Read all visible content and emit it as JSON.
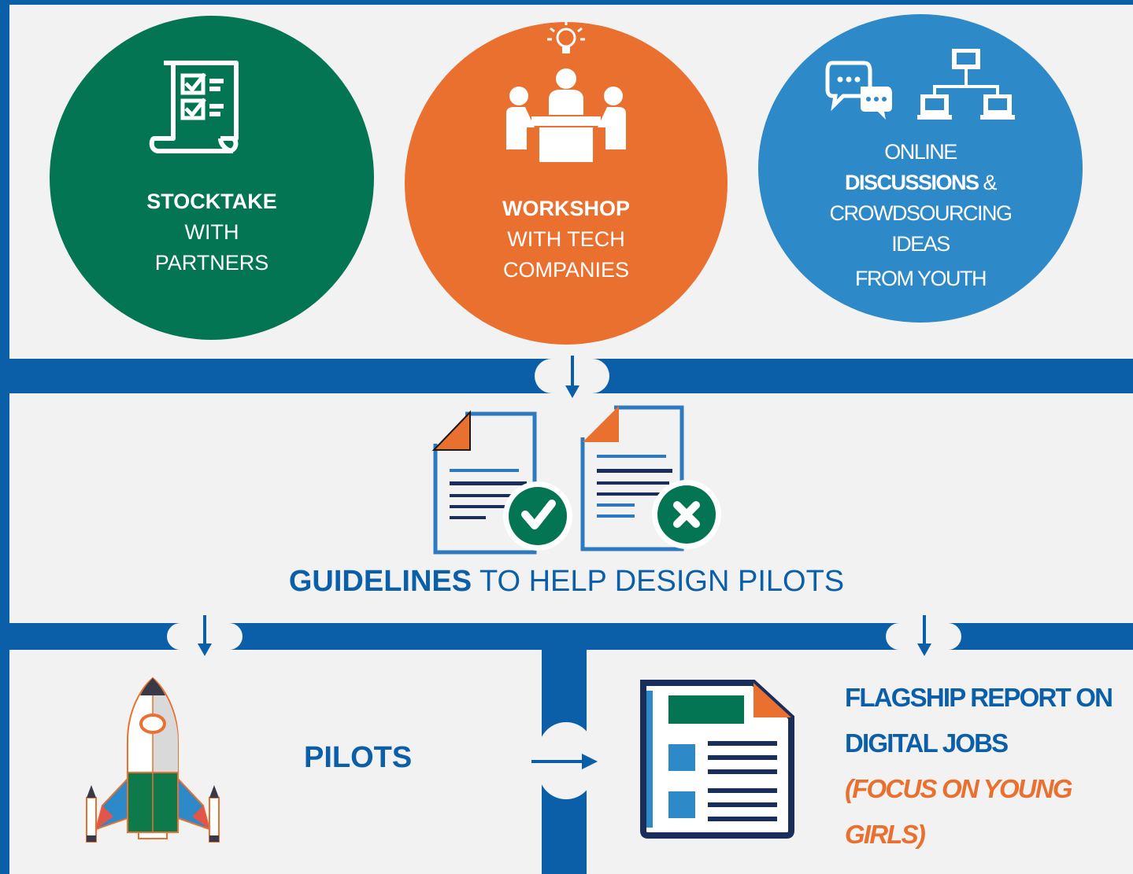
{
  "stages": {
    "stocktake": {
      "bold": "STOCKTAKE",
      "line1": "WITH",
      "line2": "PARTNERS",
      "color": "#037552"
    },
    "workshop": {
      "bold": "WORKSHOP",
      "line1": "WITH TECH",
      "line2": "COMPANIES",
      "color": "#ea7030"
    },
    "online": {
      "line1": "ONLINE",
      "bold": "DISCUSSIONS",
      "amp": " &",
      "line2": "CROWDSOURCING",
      "line3": "IDEAS",
      "line4": "FROM YOUTH",
      "color": "#2e89c8"
    }
  },
  "guidelines": {
    "bold": "GUIDELINES",
    "rest": " TO HELP DESIGN PILOTS"
  },
  "pilots": {
    "label": "PILOTS"
  },
  "flagship": {
    "line1": "FLAGSHIP REPORT ON",
    "line2": "DIGITAL JOBS",
    "line3": "(FOCUS ON YOUNG",
    "line4": "GIRLS)"
  },
  "colors": {
    "frame": "#0a5fa8",
    "panel": "#f2f2f2",
    "green": "#037552",
    "orange": "#ea7030",
    "light_blue": "#2e89c8",
    "navy": "#1a2e5c"
  },
  "icons": [
    "checklist-icon",
    "lightbulb-icon",
    "meeting-icon",
    "chat-bubbles-icon",
    "network-icon",
    "document-approved-icon",
    "document-rejected-icon",
    "rocket-icon",
    "report-icon"
  ]
}
